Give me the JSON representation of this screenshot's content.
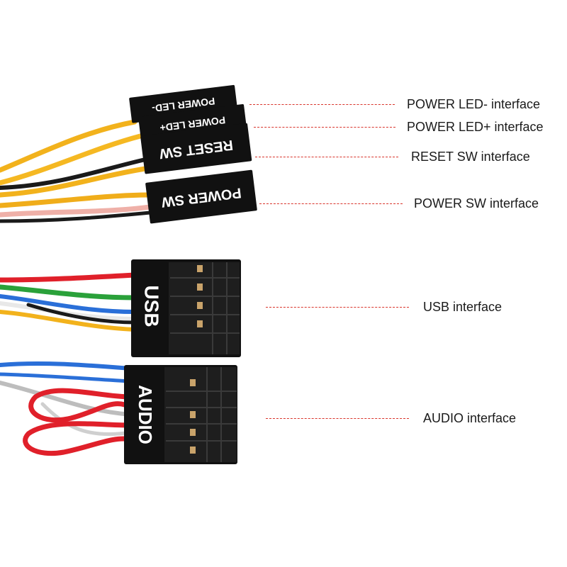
{
  "connectors": {
    "power_led_minus": "POWER LED-",
    "power_led_plus": "POWER LED+",
    "reset_sw": "RESET SW",
    "power_sw": "POWER SW",
    "usb": "USB",
    "audio": "AUDIO"
  },
  "labels": {
    "power_led_minus": "POWER LED- interface",
    "power_led_plus": "POWER LED+ interface",
    "reset_sw": "RESET SW interface",
    "power_sw": "POWER SW interface",
    "usb": "USB interface",
    "audio": "AUDIO interface"
  },
  "colors": {
    "leader_line": "#d9342b",
    "connector_body": "#111111",
    "wire_yellow": "#f2b21c",
    "wire_pink": "#efb0a8",
    "wire_red": "#e0202a",
    "wire_blue": "#2a6fd8",
    "wire_green": "#2aa13a",
    "wire_black": "#1a1a1a",
    "wire_grey": "#bdbdbd"
  }
}
